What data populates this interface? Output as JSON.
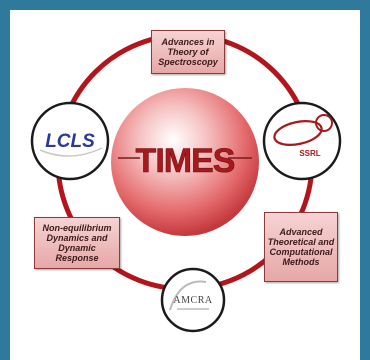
{
  "center": {
    "title": "TIMES"
  },
  "boxes": {
    "top": "Advances in Theory of Spectroscopy",
    "left": "Non-equilibrium Dynamics and Dynamic Response",
    "right": "Advanced Theoretical and Computational Methods"
  },
  "logos": {
    "lcls": "LCLS",
    "ssrl": "SSRL",
    "amcra": "AMCRA"
  },
  "colors": {
    "frame": "#2f7a9c",
    "ring": "#b3151c",
    "sphere": "#e15e60",
    "box_fill": "#eab5b5",
    "lcls_blue": "#2b3a97"
  }
}
